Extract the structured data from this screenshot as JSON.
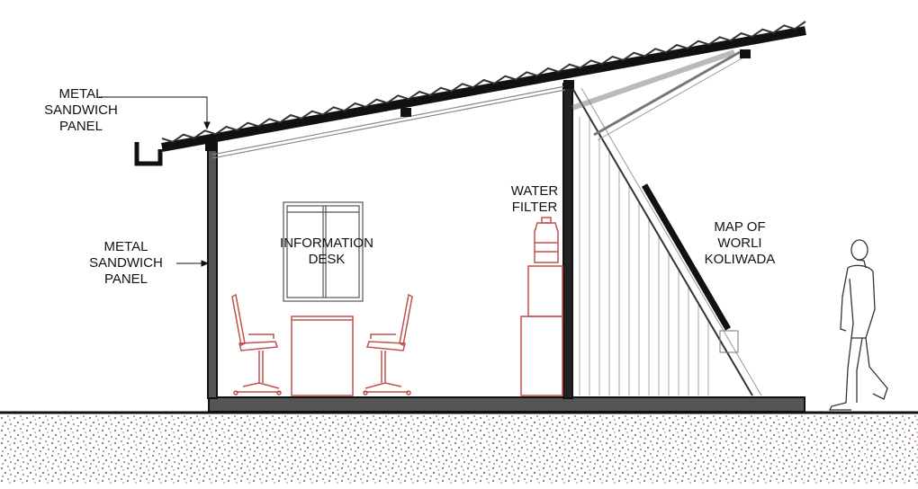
{
  "labels": {
    "roof_panel": [
      "METAL",
      "SANDWICH",
      "PANEL"
    ],
    "wall_panel": [
      "METAL",
      "SANDWICH",
      "PANEL"
    ],
    "info_desk": [
      "INFORMATION",
      "DESK"
    ],
    "water_filter": [
      "WATER",
      "FILTER"
    ],
    "map": [
      "MAP OF",
      "WORLI",
      "KOLIWADA"
    ]
  },
  "colors": {
    "line": "#111111",
    "furniture": "#c0504d",
    "slab": "#555555",
    "soil_dot": "#5a2020",
    "member_light": "#777777"
  }
}
